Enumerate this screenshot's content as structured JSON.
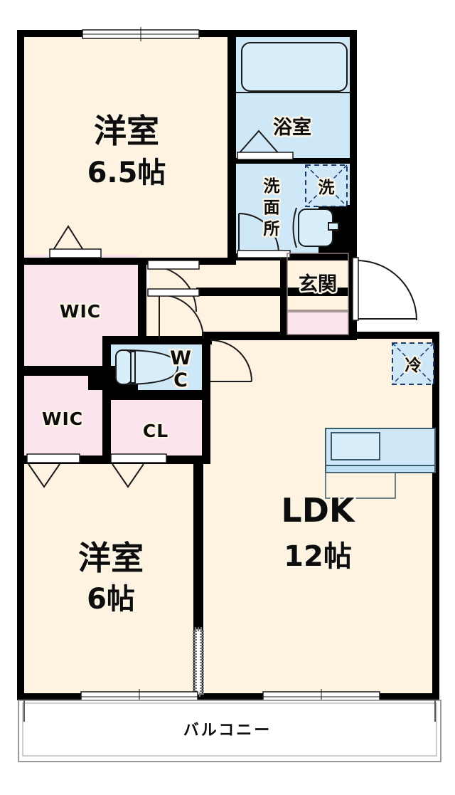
{
  "plan": {
    "type": "japanese-apartment-floor-plan",
    "layout_code": "2LDK",
    "colors": {
      "wall": "#000000",
      "floor_cream": "#fdf3e0",
      "closet_pink": "#fce4ef",
      "water_blue": "#cfe8f7",
      "fixture_blue": "#d8eefb",
      "outline": "#1a1a1a",
      "balcony_white": "#ffffff",
      "label_text": "#0d0d0d"
    },
    "rooms": [
      {
        "id": "washitsu-65",
        "name": "洋室",
        "size": "6.5帖",
        "type": "western-room",
        "color": "floor_cream"
      },
      {
        "id": "washitsu-6",
        "name": "洋室",
        "size": "6帖",
        "type": "western-room",
        "color": "floor_cream"
      },
      {
        "id": "ldk",
        "name": "LDK",
        "size": "12帖",
        "type": "living-dining-kitchen",
        "color": "floor_cream"
      },
      {
        "id": "yokushitsu",
        "name": "浴室",
        "size": "",
        "type": "bathroom",
        "color": "water_blue"
      },
      {
        "id": "senmenjo",
        "name": "洗面所",
        "size": "",
        "type": "washroom",
        "color": "water_blue"
      },
      {
        "id": "genkan",
        "name": "玄関",
        "size": "",
        "type": "entrance",
        "color": "floor_cream"
      },
      {
        "id": "wc",
        "name": "WC",
        "size": "",
        "type": "toilet",
        "color": "water_blue"
      },
      {
        "id": "wic-upper",
        "name": "WIC",
        "size": "",
        "type": "walk-in-closet",
        "color": "closet_pink"
      },
      {
        "id": "wic-lower",
        "name": "WIC",
        "size": "",
        "type": "walk-in-closet",
        "color": "closet_pink"
      },
      {
        "id": "cl",
        "name": "CL",
        "size": "",
        "type": "closet",
        "color": "closet_pink"
      },
      {
        "id": "balcony",
        "name": "バルコニー",
        "size": "",
        "type": "balcony",
        "color": "balcony_white"
      }
    ],
    "labels": {
      "bedroom_main_name": "洋室",
      "bedroom_main_size": "6.5帖",
      "bedroom_second_name": "洋室",
      "bedroom_second_size": "6帖",
      "ldk_name": "LDK",
      "ldk_size": "12帖",
      "bathroom": "浴室",
      "washroom": "洗面所",
      "washroom_line1": "洗",
      "washroom_line2": "面",
      "washroom_line3": "所",
      "washer": "洗",
      "entrance": "玄関",
      "toilet_line1": "W",
      "toilet_line2": "C",
      "wic_upper": "WIC",
      "wic_lower": "WIC",
      "closet": "CL",
      "fridge": "冷",
      "balcony": "バルコニー"
    },
    "fixtures": [
      {
        "id": "bathtub",
        "name": "bathtub-fixture",
        "room": "yokushitsu"
      },
      {
        "id": "sink",
        "name": "vanity-sink-fixture",
        "room": "senmenjo"
      },
      {
        "id": "washer",
        "name": "washer-space",
        "room": "senmenjo",
        "label": "洗"
      },
      {
        "id": "toilet",
        "name": "toilet-fixture",
        "room": "wc"
      },
      {
        "id": "kitchen",
        "name": "kitchen-counter-fixture",
        "room": "ldk"
      },
      {
        "id": "fridge",
        "name": "refrigerator-space",
        "room": "ldk",
        "label": "冷"
      },
      {
        "id": "shoebox",
        "name": "shoe-cabinet",
        "room": "genkan"
      }
    ],
    "openings": [
      {
        "id": "win-bed65-north",
        "type": "window",
        "room": "washitsu-65"
      },
      {
        "id": "win-bed6-south",
        "type": "window",
        "room": "washitsu-6"
      },
      {
        "id": "win-ldk-south",
        "type": "window",
        "room": "ldk"
      },
      {
        "id": "door-entrance",
        "type": "swing-door",
        "room": "genkan"
      },
      {
        "id": "door-bed65",
        "type": "swing-door",
        "room": "washitsu-65"
      },
      {
        "id": "door-hall",
        "type": "swing-door",
        "room": "hall"
      },
      {
        "id": "door-ldk-hall",
        "type": "swing-door",
        "room": "ldk"
      },
      {
        "id": "door-wic-upper",
        "type": "folding-door",
        "room": "wic-upper"
      },
      {
        "id": "door-wic-lower",
        "type": "folding-door",
        "room": "wic-lower"
      },
      {
        "id": "door-cl",
        "type": "folding-door",
        "room": "cl"
      },
      {
        "id": "door-bathroom",
        "type": "folding-door",
        "room": "yokushitsu"
      },
      {
        "id": "door-washroom",
        "type": "swing-door",
        "room": "senmenjo"
      },
      {
        "id": "partition-bed6-ldk",
        "type": "hatched-partition",
        "room": "washitsu-6"
      }
    ]
  }
}
